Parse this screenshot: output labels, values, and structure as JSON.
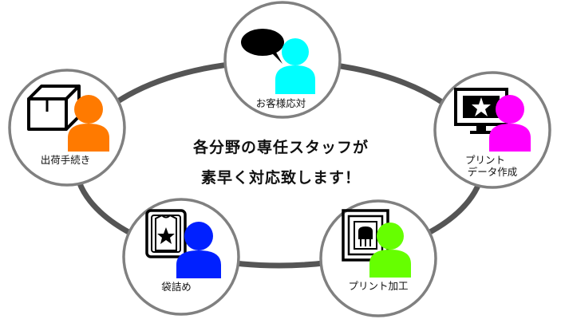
{
  "center_message": {
    "line1": "各分野の専任スタッフが",
    "line2": "素早く対応致します！"
  },
  "nodes": {
    "customer": {
      "label": "お客様応対",
      "person_color": "#00ffff",
      "icon": "speech-bubble-icon"
    },
    "print_data": {
      "label_line1": "プリント",
      "label_line2": "データ作成",
      "person_color": "#ff00ff",
      "icon": "monitor-star-icon"
    },
    "processing": {
      "label": "プリント加工",
      "person_color": "#66ff00",
      "icon": "print-press-icon"
    },
    "packing": {
      "label": "袋詰め",
      "person_color": "#0020ff",
      "icon": "tshirt-bag-icon"
    },
    "shipping": {
      "label": "出荷手続き",
      "person_color": "#ff7a00",
      "icon": "box-icon"
    }
  },
  "colors": {
    "ring": "#555555",
    "node_border": "#808080",
    "icon_stroke": "#000000"
  }
}
